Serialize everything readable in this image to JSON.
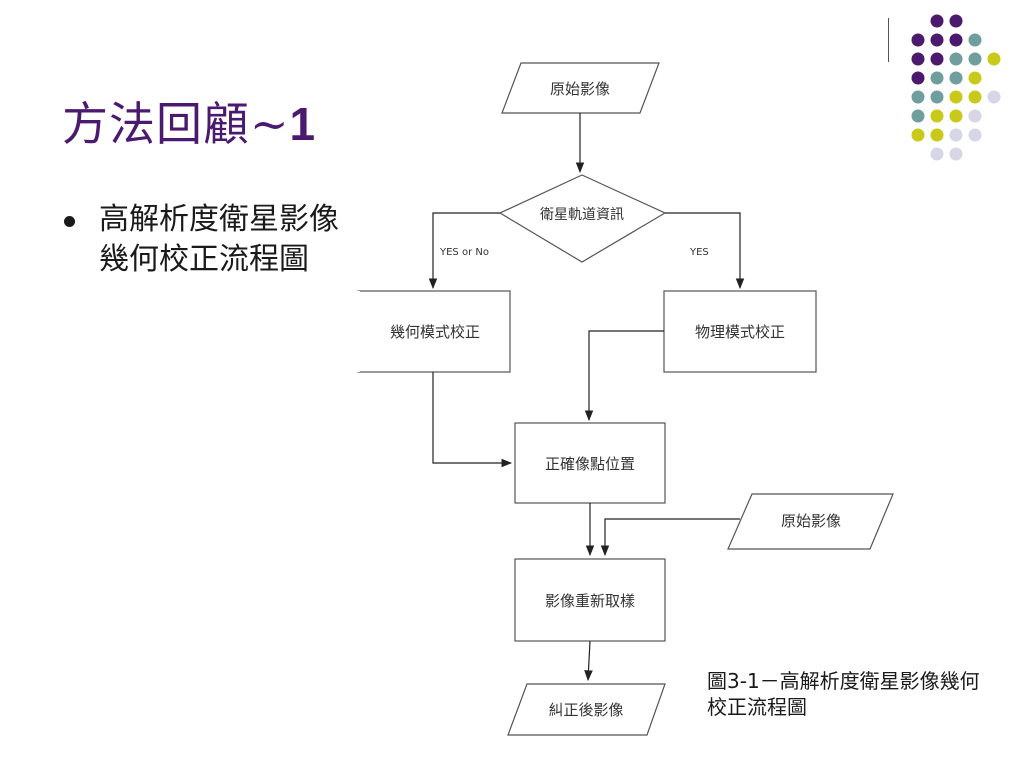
{
  "slide": {
    "title_main": "方法回顧~",
    "title_num": "1",
    "bullet": "高解析度衛星影像幾何校正流程圖",
    "caption": "圖3-1－高解析度衛星影像幾何校正流程圖"
  },
  "flowchart": {
    "input_image": "原始影像",
    "decision": "衛星軌道資訊",
    "branch_left": "YES or No",
    "branch_right": "YES",
    "geometric_correction": "幾何模式校正",
    "physical_correction": "物理模式校正",
    "ortho_position": "正確像點位置",
    "input_image_2": "原始影像",
    "resample": "影像重新取樣",
    "output_image": "糾正後影像"
  },
  "colors": {
    "title": "#4b1a6e",
    "dot_purple": "#4b1a6e",
    "dot_teal": "#6f9e9c",
    "dot_yellow": "#c9c91a",
    "dot_lavender": "#d6d6e6"
  }
}
